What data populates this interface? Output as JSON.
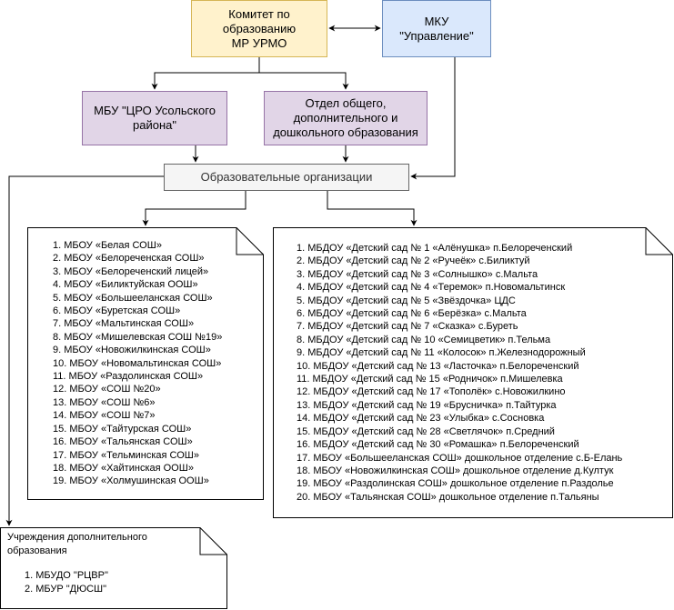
{
  "nodes": {
    "committee": "Комитет по\nобразованию\nМР УРМО",
    "mku": "МКУ\n\"Управление\"",
    "cro": "МБУ \"ЦРО Усольского\nрайона\"",
    "dept": "Отдел общего,\nдополнительного и\nдошкольного образования",
    "orgs": "Образовательные организации"
  },
  "schools": [
    "1. МБОУ «Белая СОШ»",
    "2. МБОУ «Белореченская СОШ»",
    "3. МБОУ «Белореченский лицей»",
    "4. МБОУ «Биликтуйская ООШ»",
    "5. МБОУ «Большееланская СОШ»",
    "6. МБОУ «Буретская СОШ»",
    "7. МБОУ «Мальтинская СОШ»",
    "8. МБОУ «Мишелевская СОШ №19»",
    "9. МБОУ «Новожилкинская СОШ»",
    "10. МБОУ «Новомальтинская СОШ»",
    "11. МБОУ «Раздолинская СОШ»",
    "12. МБОУ «СОШ №20»",
    "13. МБОУ «СОШ №6»",
    "14. МБОУ «СОШ №7»",
    "15. МБОУ «Тайтурская СОШ»",
    "16. МБОУ «Тальянская СОШ»",
    "17. МБОУ «Тельминская СОШ»",
    "18. МБОУ «Хайтинская ООШ»",
    "19. МБОУ «Холмушинская ООШ»"
  ],
  "kindergartens": [
    "1. МБДОУ «Детский сад № 1 «Алёнушка» п.Белореченский",
    "2. МБДОУ «Детский сад № 2 «Ручеёк» с.Биликтуй",
    "3. МБДОУ «Детский сад № 3 «Солнышко» с.Мальта",
    "4. МБДОУ «Детский сад № 4 «Теремок» п.Новомальтинск",
    "5. МБДОУ «Детский сад № 5 «Звёздочка» ЦДС",
    "6. МБДОУ «Детский сад № 6 «Берёзка» с.Мальта",
    "7. МБДОУ «Детский сад № 7 «Сказка» с.Буреть",
    "8. МБДОУ «Детский сад № 10 «Семицветик» п.Тельма",
    "9. МБДОУ «Детский сад № 11 «Колосок» п.Железнодорожный",
    "10. МБДОУ «Детский сад № 13 «Ласточка» п.Белореченский",
    "11. МБДОУ «Детский сад № 15 «Родничок» п.Мишелевка",
    "12. МБДОУ «Детский сад № 17 «Тополёк» с.Новожилкино",
    "13. МБДОУ «Детский сад № 19 «Брусничка» п.Тайтурка",
    "14. МБДОУ «Детский сад № 23 «Улыбка» с.Сосновка",
    "15. МБДОУ «Детский сад № 28 «Светлячок» п.Средний",
    "16. МБДОУ «Детский сад № 30 «Ромашка» п.Белореченский",
    "17. МБОУ «Большееланская СОШ» дошкольное отделение с.Б-Елань",
    "18. МБОУ «Новожилкинская СОШ» дошкольное отделение д.Култук",
    "19. МБОУ «Раздолинская СОШ» дошкольное отделение п.Раздолье",
    "20. МБОУ «Тальянская СОШ» дошкольное отделение п.Тальяны"
  ],
  "extra": {
    "title": "Учреждения дополнительного\nобразования",
    "items": [
      "1. МБУДО \"РЦВР\"",
      "2. МБУР \"ДЮСШ\""
    ]
  },
  "colors": {
    "committee_fill": "#fff2cc",
    "mku_fill": "#dae8fc",
    "purple_fill": "#e1d5e7",
    "orgs_fill": "#f5f5f5"
  }
}
